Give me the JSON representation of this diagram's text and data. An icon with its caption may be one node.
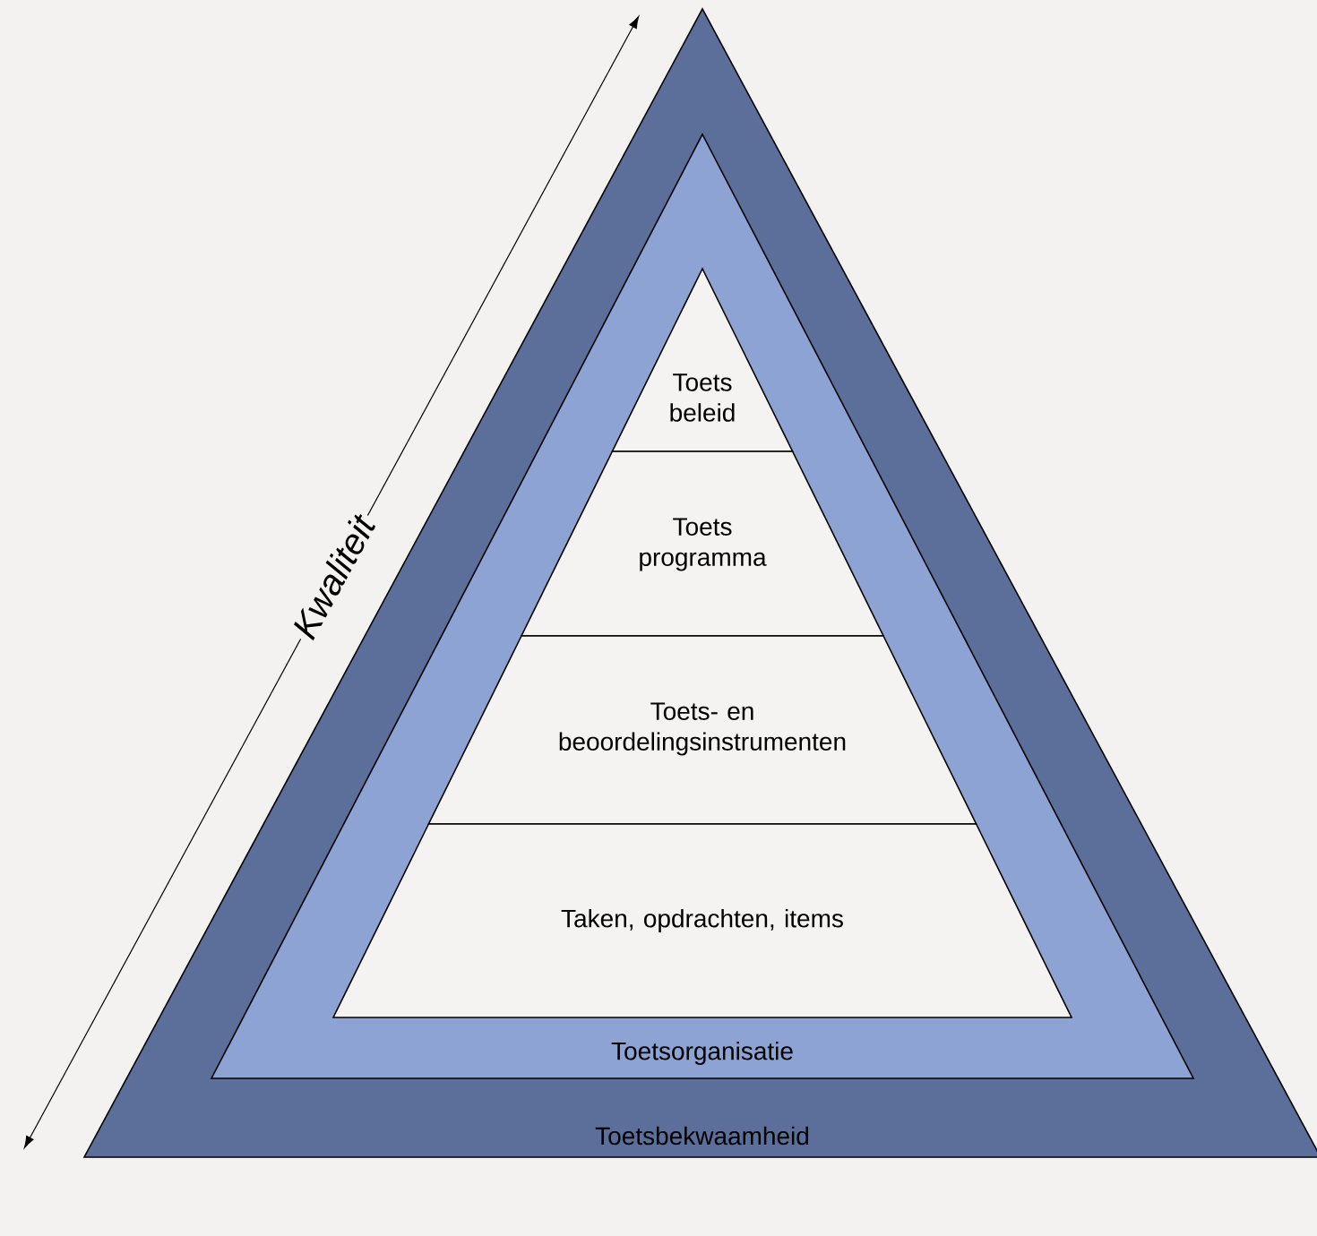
{
  "diagram": {
    "nodes": [
      {
        "text": [
          "Toetsbekwaamheid"
        ]
      },
      {
        "text": [
          "Toetsorganisatie"
        ],
        "in": 0
      },
      {
        "text": [
          "Toets beleid"
        ],
        "in": 1
      },
      {
        "text": [
          "Toets programma"
        ],
        "in": 1
      },
      {
        "text": [
          "Toets- en beoordelingsinstrumenten"
        ],
        "in": 1
      },
      {
        "text": [
          "Taken, opdrachten, items"
        ],
        "in": 1
      }
    ],
    "edges": [],
    "labels": [
      "Kwaliteit"
    ]
  }
}
